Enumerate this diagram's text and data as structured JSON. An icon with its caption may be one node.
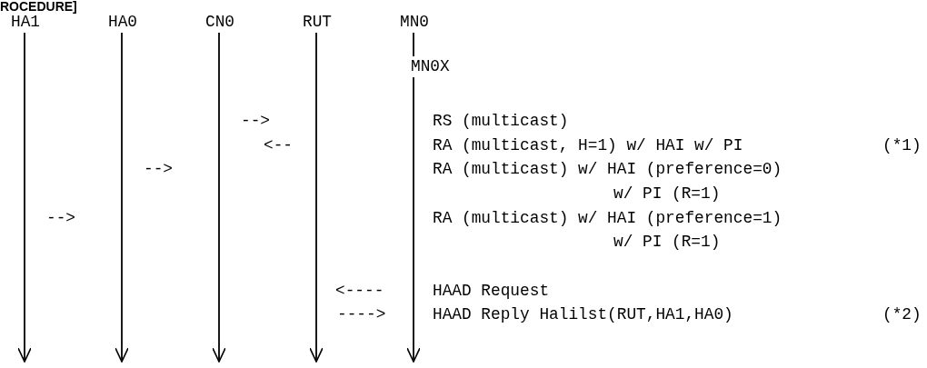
{
  "diagram": {
    "nodes": [
      {
        "text": [
          "HA1"
        ]
      },
      {
        "text": [
          "HA0"
        ]
      },
      {
        "text": [
          "CN0"
        ]
      },
      {
        "text": [
          "RUT"
        ]
      },
      {
        "text": [
          "MN0"
        ]
      },
      {
        "text": [
          "MN0X"
        ]
      }
    ],
    "edges": [
      {
        "from": 0,
        "to": null,
        "arrow": "to"
      },
      {
        "from": 1,
        "to": null,
        "arrow": "to"
      },
      {
        "from": 2,
        "to": null,
        "arrow": "to"
      },
      {
        "from": 3,
        "to": null,
        "arrow": "to"
      },
      {
        "from": 4,
        "to": 5,
        "arrow": "none"
      },
      {
        "from": 5,
        "to": null,
        "arrow": "to"
      }
    ],
    "labels": [
      "ROCEDURE]",
      "-->",
      "RS (multicast)",
      "<--",
      "RA (multicast, H=1) w/ HAI w/ PI",
      "(*1)",
      "-->",
      "RA (multicast) w/ HAI (preference=0)",
      "w/ PI (R=1)",
      "-->",
      "RA (multicast) w/ HAI (preference=1)",
      "w/ PI (R=1)",
      "<----",
      "HAAD Request",
      "---->",
      "HAAD Reply Halilst(RUT,HA1,HA0)",
      "(*2)"
    ]
  }
}
